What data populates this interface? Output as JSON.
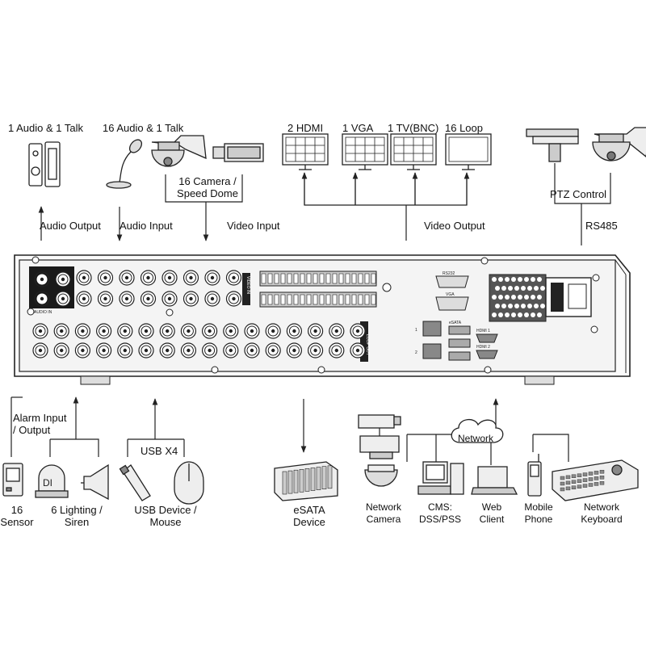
{
  "labels": {
    "audio_1": "1 Audio  & 1 Talk",
    "audio_16": "16 Audio & 1 Talk",
    "camera": "16 Camera /\nSpeed Dome",
    "audio_output": "Audio  Output",
    "audio_input": "Audio  Input",
    "video_input": "Video Input",
    "hdmi": "2 HDMI",
    "vga": "1 VGA",
    "tv": "1 TV(BNC)",
    "loop": "16 Loop",
    "video_output": "Video Output",
    "ptz_control": "PTZ Control",
    "rs485": "RS485",
    "alarm": "Alarm Input\n/ Output",
    "sensor": "16\nSensor",
    "lighting": "6 Lighting /\nSiren",
    "usb_x4": "USB X4",
    "usb_device": "USB Device /\nMouse",
    "esata": "eSATA\nDevice",
    "network": "Network",
    "network_camera": "Network\nCamera",
    "cms": "CMS:\nDSS/PSS",
    "web_client": "Web\nClient",
    "mobile_phone": "Mobile\nPhone",
    "network_keyboard": "Network\nKeyboard"
  },
  "panel": {
    "rs232": "RS232",
    "vga_port": "VGA",
    "esata_port": "eSATA",
    "hdmi1": "HDMI 1",
    "hdmi2": "HDMI 2",
    "lan1": "1",
    "lan2": "2",
    "audio_in": "AUDIO IN",
    "loop_out": "LOOP OUT",
    "video_in": "VIDEO IN"
  },
  "colors": {
    "line": "#222222",
    "panel": "#f4f4f4",
    "dark": "#1a1a1a"
  }
}
